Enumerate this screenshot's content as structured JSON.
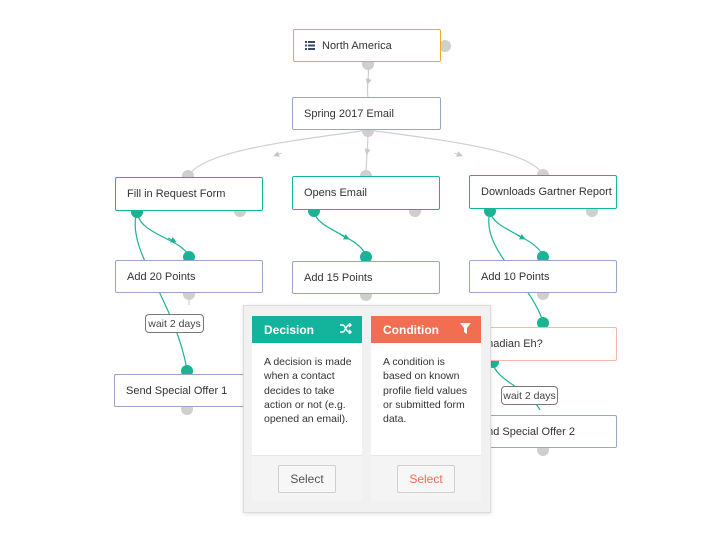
{
  "nodes": {
    "root": {
      "label": "North America",
      "icon": "list-icon"
    },
    "email": {
      "label": "Spring 2017 Email"
    },
    "left_trigger": {
      "label": "Fill in Request Form"
    },
    "mid_trigger": {
      "label": "Opens Email"
    },
    "right_trigger": {
      "label": "Downloads Gartner Report"
    },
    "left_points": {
      "label": "Add 20 Points"
    },
    "mid_points": {
      "label": "Add 15 Points"
    },
    "right_points": {
      "label": "Add 10 Points"
    },
    "right_condition": {
      "label": "anadian Eh?"
    },
    "left_offer": {
      "label": "Send Special Offer 1"
    },
    "right_offer": {
      "label": "end Special Offer 2"
    }
  },
  "waits": {
    "left": "wait 2 days",
    "right": "wait 2 days"
  },
  "picker": {
    "decision": {
      "title": "Decision",
      "icon": "shuffle-icon",
      "description": "A decision is made when a contact decides to take action or not (e.g. opened an email).",
      "button": "Select",
      "color": "#14b49c"
    },
    "condition": {
      "title": "Condition",
      "icon": "filter-icon",
      "description": "A condition is based on known profile field values or submitted form data.",
      "button": "Select",
      "color": "#f26e52"
    }
  },
  "colors": {
    "teal": "#1ab394",
    "orange": "#f5a623",
    "node_border": "#9aa6c9",
    "connector": "#cfcfcf"
  }
}
